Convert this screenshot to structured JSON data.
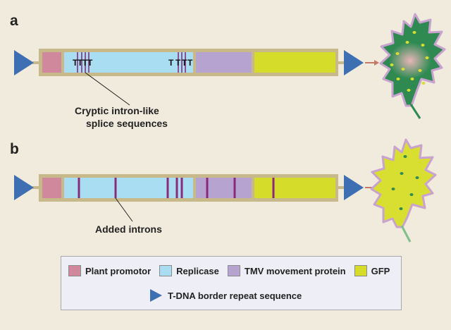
{
  "panels": [
    {
      "label": "a",
      "callout": [
        "Cryptic intron-like",
        "splice sequences"
      ],
      "cryptic_marker": "T",
      "leaf_state": "fluorescent"
    },
    {
      "label": "b",
      "callout": [
        "Added introns"
      ],
      "leaf_state": "infected"
    }
  ],
  "legend": {
    "items": [
      {
        "label": "Plant promotor",
        "color": "#d0899c"
      },
      {
        "label": "Replicase",
        "color": "#a9def2"
      },
      {
        "label": "TMV movement protein",
        "color": "#b6a3cf"
      },
      {
        "label": "GFP",
        "color": "#d6dc2a"
      }
    ],
    "border_label": "T-DNA border repeat sequence"
  },
  "colors": {
    "background": "#f0ebdc",
    "construct_frame": "#c7b98a",
    "border_triangle": "#3f6fb3",
    "intron": "#8a2a7c",
    "arrow": "#c47a66",
    "leaf_dark": "#2f8a52",
    "leaf_light": "#d8df30",
    "leaf_edge": "#c9a3cf"
  }
}
